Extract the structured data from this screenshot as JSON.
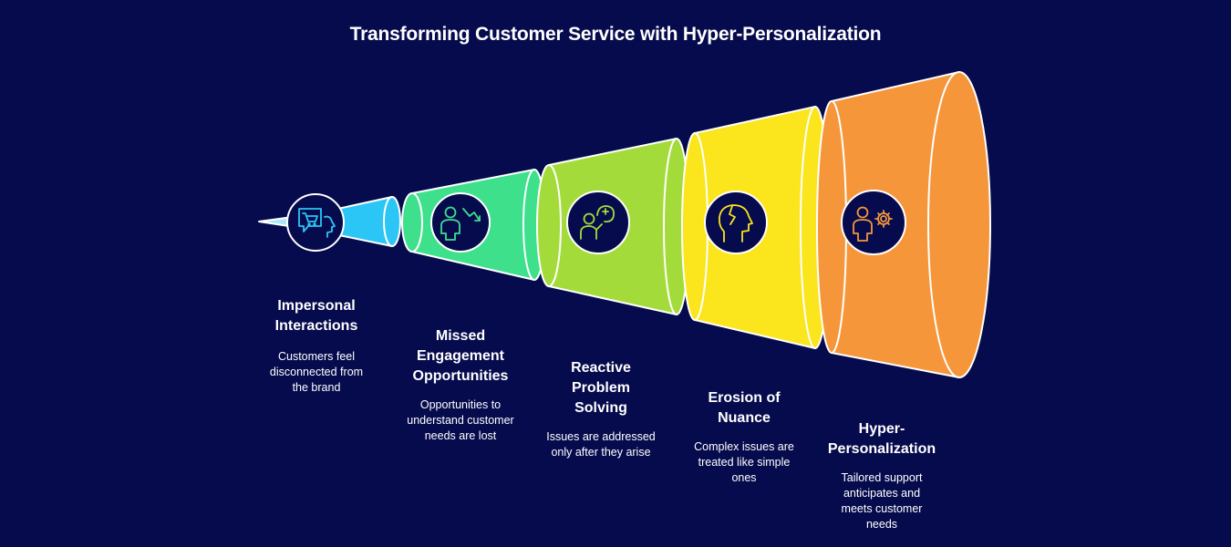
{
  "title": "Transforming Customer Service with Hyper-Personalization",
  "stages": [
    {
      "heading": "Impersonal Interactions",
      "description": "Customers feel disconnected from the brand",
      "icon": "customer-shopping-chat-icon",
      "color": "#2bc6f5"
    },
    {
      "heading": "Missed Engagement Opportunities",
      "description": "Opportunities to understand customer needs are lost",
      "icon": "person-missed-arrow-icon",
      "color": "#3ee08c"
    },
    {
      "heading": "Reactive Problem Solving",
      "description": "Issues are addressed only after they arise",
      "icon": "person-thinking-problem-icon",
      "color": "#a3dc3a"
    },
    {
      "heading": "Erosion of Nuance",
      "description": "Complex issues are treated like simple ones",
      "icon": "broken-head-icon",
      "color": "#fbe51c"
    },
    {
      "heading": "Hyper-Personalization",
      "description": "Tailored support anticipates and meets customer needs",
      "icon": "person-gear-icon",
      "color": "#f5963b"
    }
  ]
}
